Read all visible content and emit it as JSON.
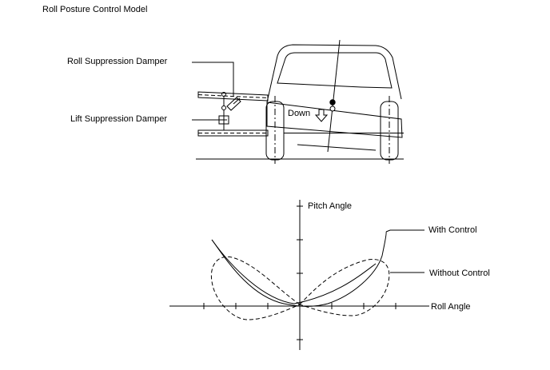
{
  "title": "Roll Posture Control Model",
  "car_diagram": {
    "roll_suppression_damper_label": "Roll Suppression Damper",
    "lift_suppression_damper_label": "Lift Suppression Damper",
    "down_label": "Down"
  },
  "graph": {
    "y_axis_label": "Pitch Angle",
    "x_axis_label": "Roll Angle",
    "with_control_label": "With Control",
    "without_control_label": "Without Control"
  }
}
